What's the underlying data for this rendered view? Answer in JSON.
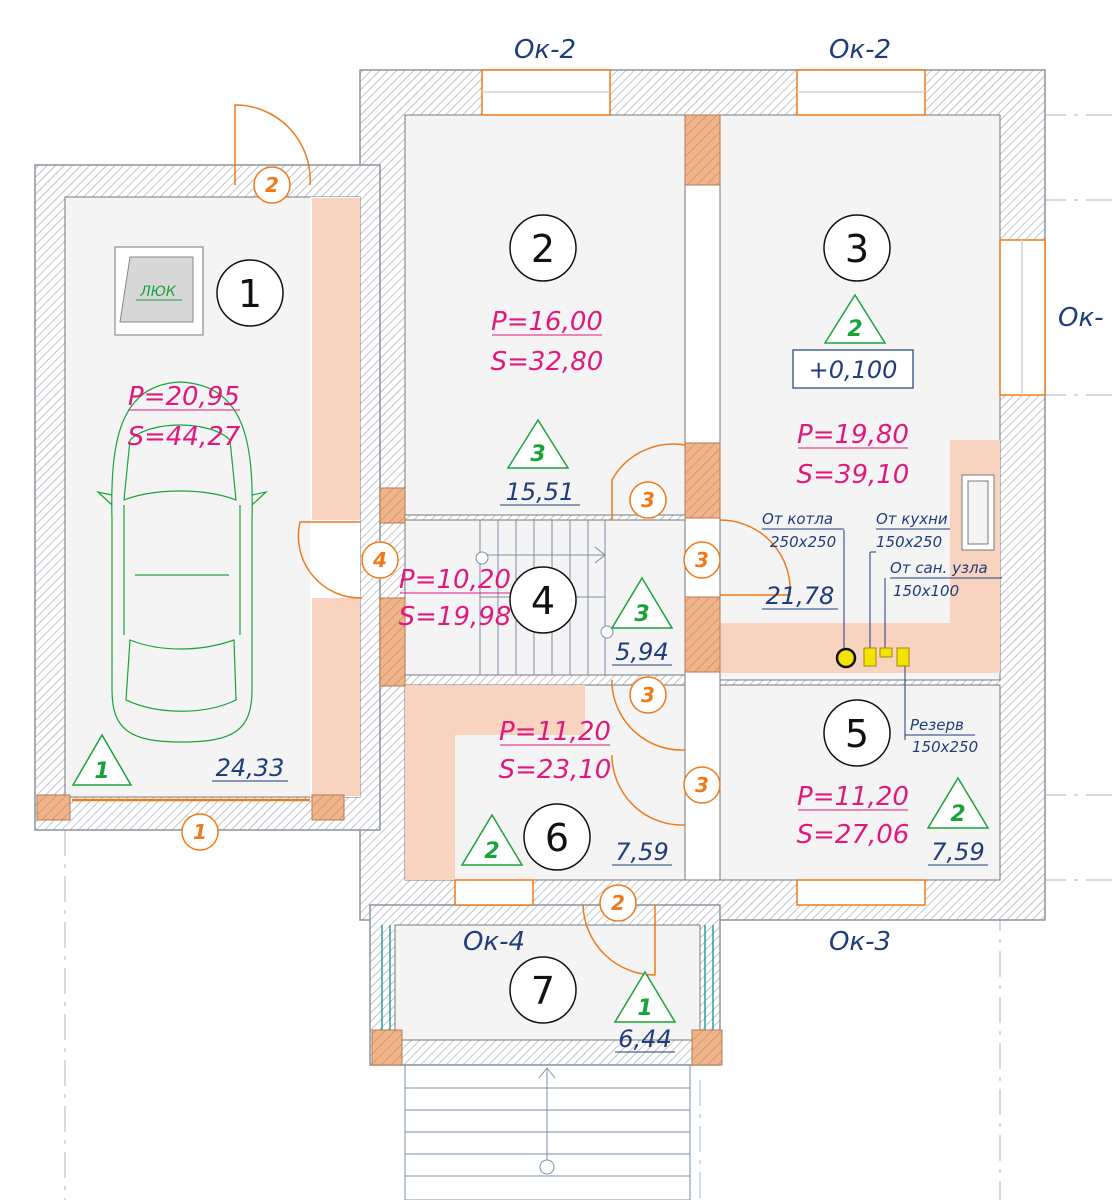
{
  "windows": {
    "ok2_left": "Ок-2",
    "ok2_right": "Ок-2",
    "ok_right_side": "Ок-",
    "ok4": "Ок-4",
    "ok3": "Ок-3"
  },
  "rooms": {
    "r1": {
      "number": "1",
      "perimeter": "P=20,95",
      "square": "S=44,27",
      "area": "24,33",
      "finish": "1"
    },
    "r2": {
      "number": "2",
      "perimeter": "P=16,00",
      "square": "S=32,80",
      "area": "15,51",
      "finish": "3"
    },
    "r3": {
      "number": "3",
      "perimeter": "P=19,80",
      "square": "S=39,10",
      "area": "21,78",
      "finish": "2",
      "level": "+0,100"
    },
    "r4": {
      "number": "4",
      "perimeter": "P=10,20",
      "square": "S=19,98",
      "area": "5,94",
      "finish": "3"
    },
    "r5": {
      "number": "5",
      "perimeter": "P=11,20",
      "square": "S=27,06",
      "area": "7,59",
      "finish": "2"
    },
    "r6": {
      "number": "6",
      "perimeter": "P=11,20",
      "square": "S=23,10",
      "area": "7,59",
      "finish": "2"
    },
    "r7": {
      "number": "7",
      "area": "6,44",
      "finish": "1"
    }
  },
  "doors": {
    "d_entry_garage": "2",
    "d_gate": "1",
    "d_hall_side": "4",
    "d_room2": "3",
    "d_room3": "3",
    "d_stairs_low": "3",
    "d_room5": "3",
    "d_front": "2"
  },
  "hatch_label": "ЛЮК",
  "notes": {
    "boiler": "От котла",
    "boiler_size": "250x250",
    "kitchen": "От кухни",
    "kitchen_size": "150x250",
    "bath": "От сан. узла",
    "bath_size": "150x100",
    "reserve": "Резерв",
    "reserve_size": "150x250"
  },
  "colors": {
    "wall_hatch": "#9aa0a8",
    "room_fill": "#f4f4f4",
    "accent_tan": "#f8d3c0",
    "column": "#f0b48a",
    "magenta": "#e0197d",
    "green": "#1aa33a",
    "orange": "#f07a1a",
    "navy": "#1f3d7a"
  }
}
